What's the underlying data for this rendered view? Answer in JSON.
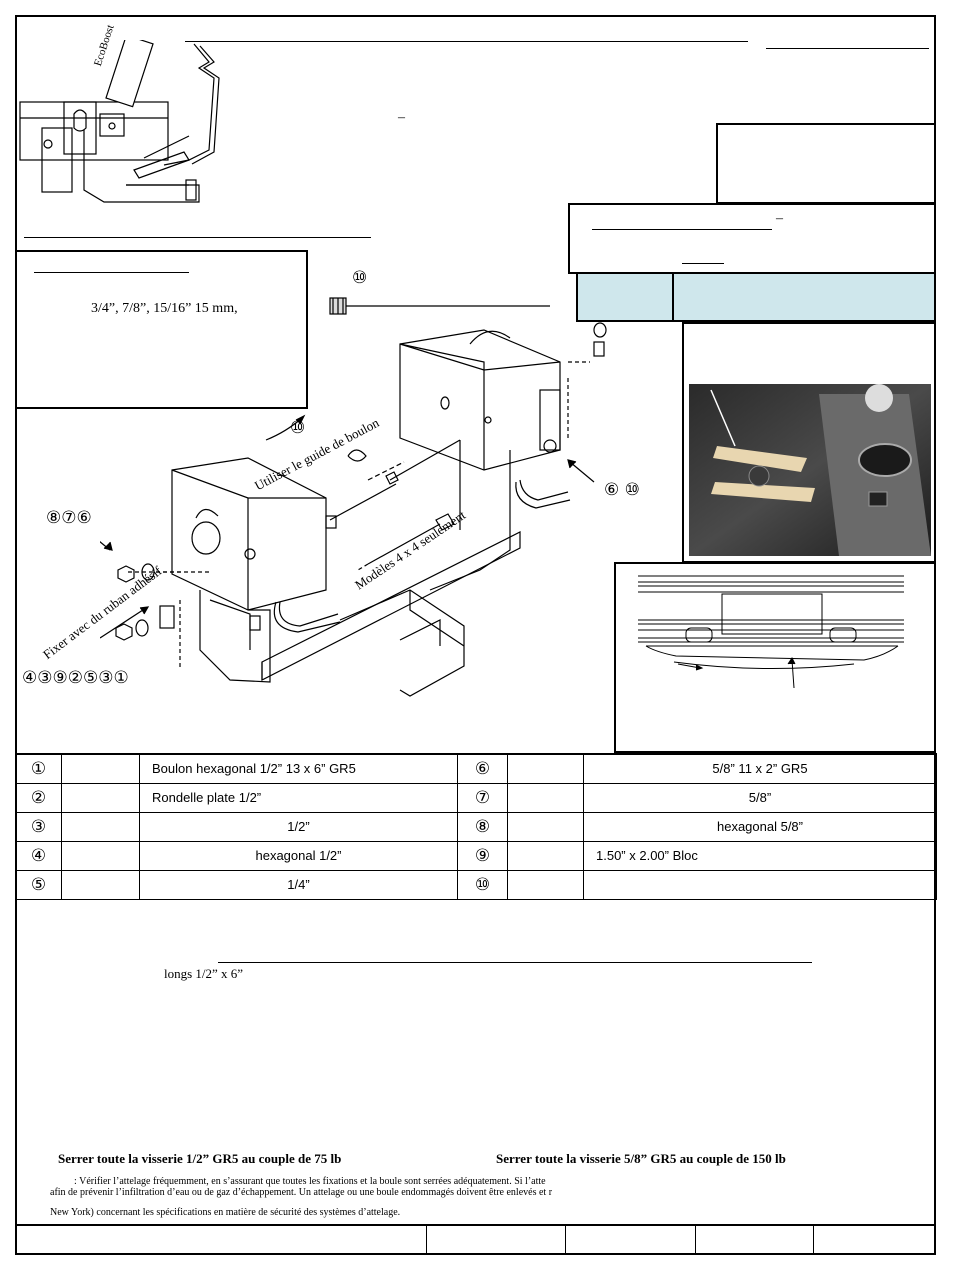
{
  "header": {
    "label_ecoboost": "EcoBoost",
    "dash_mark": "–"
  },
  "tools": {
    "sizes_line": "3/4”, 7/8”, 15/16” 15 mm,"
  },
  "right_header": {
    "dash_mark": "–"
  },
  "diagram": {
    "callout_top": "⑩",
    "callout_guide": "⑩",
    "label_guide": "Utiliser le guide de boulon",
    "callout_876": "⑧⑦⑥",
    "label_tape": "Fixer avec du ruban adhésif",
    "label_4x4": "Modèles 4 x 4 seulement",
    "callout_610": "⑥ ⑩",
    "callout_bottom": "④③⑨②⑤③①"
  },
  "parts": [
    {
      "num_left": "①",
      "desc_left": "Boulon hexagonal 1/2” 13 x 6” GR5",
      "num_right": "⑥",
      "desc_right": "5/8” 11 x 2” GR5"
    },
    {
      "num_left": "②",
      "desc_left": "Rondelle plate 1/2”",
      "num_right": "⑦",
      "desc_right": "5/8”"
    },
    {
      "num_left": "③",
      "desc_left": "1/2”",
      "num_right": "⑧",
      "desc_right": "hexagonal 5/8”"
    },
    {
      "num_left": "④",
      "desc_left": "hexagonal 1/2”",
      "num_right": "⑨",
      "desc_right": "1.50” x 2.00” Bloc"
    },
    {
      "num_left": "⑤",
      "desc_left": "1/4”",
      "num_right": "⑩",
      "desc_right": ""
    }
  ],
  "instructions": {
    "line_longs": "longs 1/2” x 6”",
    "torque_left": "Serrer toute la visserie 1/2” GR5 au couple de 75 lb",
    "torque_right": "Serrer toute la visserie 5/8” GR5 au couple de 150 lb",
    "warning_1": ": Vérifier l’attelage fréquemment, en s’assurant que toutes les fixations et la boule sont serrées adéquatement.  Si l’atte",
    "warning_2": "afin de prévenir l’infiltration d’eau ou de gaz d’échappement.  Un attelage ou une boule endommagés doivent être enlevés et r",
    "warning_3": "New York) concernant les spécifications en matière de sécurité des systèmes d’attelage."
  }
}
